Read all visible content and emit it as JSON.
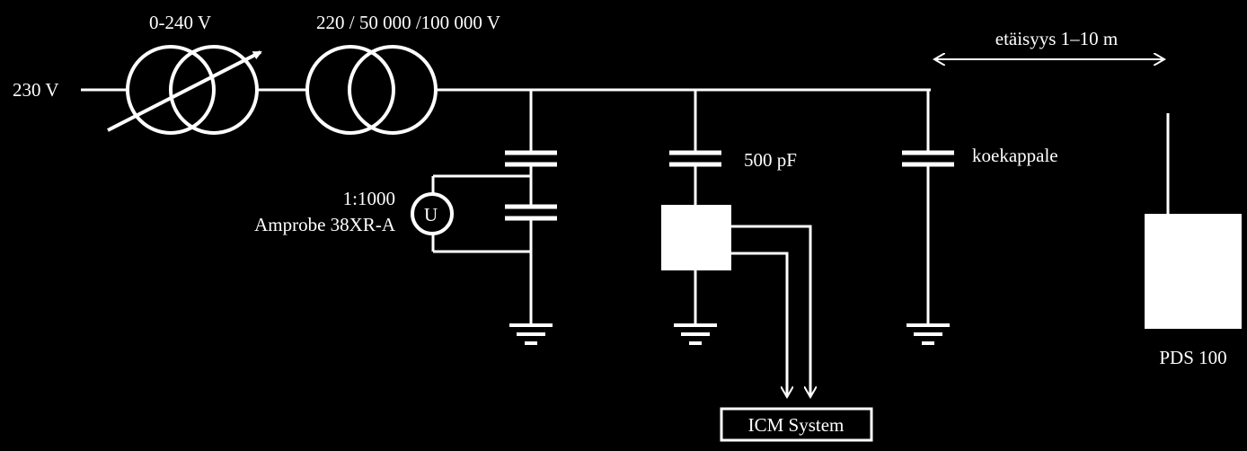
{
  "labels": {
    "input_voltage": "230 V",
    "variac_range": "0-240 V",
    "transformer_ratio": "220 / 50 000 /100 000 V",
    "distance": "etäisyys 1–10 m",
    "divider_ratio": "1:1000",
    "meter_model": "Amprobe 38XR-A",
    "meter_symbol": "U",
    "coupling_capacitor": "500 pF",
    "test_object": "koekappale",
    "icm_system": "ICM System",
    "pds": "PDS 100"
  },
  "colors": {
    "background": "#000000",
    "foreground": "#ffffff"
  }
}
